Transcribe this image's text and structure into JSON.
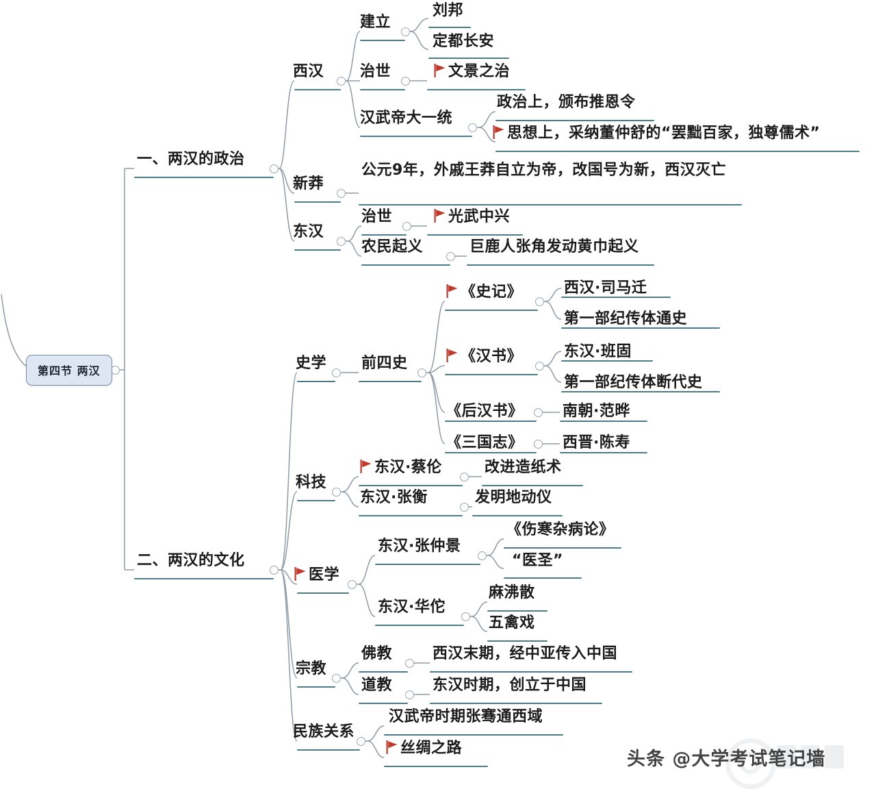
{
  "meta": {
    "title": "第四节 两汉",
    "watermark": "头条 @大学考试笔记墙",
    "accent_line_color": "#4a7b86",
    "flag_color": "#c0392b",
    "root_fill": "#dde6f2",
    "root_border": "#7d8fa5",
    "connector_color": "#8e9aa6",
    "text_color": "#1b1b1b"
  },
  "root": {
    "label": "第四节 两汉"
  },
  "branches": [
    {
      "id": "politics",
      "label": "一、两汉的政治",
      "children": [
        {
          "label": "西汉",
          "children": [
            {
              "label": "建立",
              "children": [
                {
                  "label": "刘邦"
                },
                {
                  "label": "定都长安"
                }
              ]
            },
            {
              "label": "治世",
              "children": [
                {
                  "label": "文景之治",
                  "flag": true
                }
              ]
            },
            {
              "label": "汉武帝大一统",
              "children": [
                {
                  "label": "政治上，颁布推恩令"
                },
                {
                  "label": "思想上，采纳董仲舒的“罢黜百家，独尊儒术”",
                  "flag": true
                }
              ]
            }
          ]
        },
        {
          "label": "新莽",
          "children": [
            {
              "label": "公元9年，外戚王莽自立为帝，改国号为新，西汉灭亡",
              "wrap": true
            }
          ]
        },
        {
          "label": "东汉",
          "children": [
            {
              "label": "治世",
              "children": [
                {
                  "label": "光武中兴",
                  "flag": true
                }
              ]
            },
            {
              "label": "农民起义",
              "children": [
                {
                  "label": "巨鹿人张角发动黄巾起义"
                }
              ]
            }
          ]
        }
      ]
    },
    {
      "id": "culture",
      "label": "二、两汉的文化",
      "children": [
        {
          "label": "史学",
          "children": [
            {
              "label": "前四史",
              "children": [
                {
                  "label": "《史记》",
                  "flag": true,
                  "children": [
                    {
                      "label": "西汉·司马迁"
                    },
                    {
                      "label": "第一部纪传体通史"
                    }
                  ]
                },
                {
                  "label": "《汉书》",
                  "flag": true,
                  "children": [
                    {
                      "label": "东汉·班固"
                    },
                    {
                      "label": "第一部纪传体断代史"
                    }
                  ]
                },
                {
                  "label": "《后汉书》",
                  "children": [
                    {
                      "label": "南朝·范晔"
                    }
                  ]
                },
                {
                  "label": "《三国志》",
                  "children": [
                    {
                      "label": "西晋·陈寿"
                    }
                  ]
                }
              ]
            }
          ]
        },
        {
          "label": "科技",
          "children": [
            {
              "label": "东汉·蔡伦",
              "flag": true,
              "children": [
                {
                  "label": "改进造纸术"
                }
              ]
            },
            {
              "label": "东汉·张衡",
              "children": [
                {
                  "label": "发明地动仪"
                }
              ]
            }
          ]
        },
        {
          "label": "医学",
          "flag": true,
          "children": [
            {
              "label": "东汉·张仲景",
              "children": [
                {
                  "label": "《伤寒杂病论》"
                },
                {
                  "label": "“医圣”"
                }
              ]
            },
            {
              "label": "东汉·华佗",
              "children": [
                {
                  "label": "麻沸散"
                },
                {
                  "label": "五禽戏"
                }
              ]
            }
          ]
        },
        {
          "label": "宗教",
          "children": [
            {
              "label": "佛教",
              "children": [
                {
                  "label": "西汉末期，经中亚传入中国"
                }
              ]
            },
            {
              "label": "道教",
              "children": [
                {
                  "label": "东汉时期，创立于中国"
                }
              ]
            }
          ]
        },
        {
          "label": "民族关系",
          "children": [
            {
              "label": "汉武帝时期张骞通西域"
            },
            {
              "label": "丝绸之路",
              "flag": true
            }
          ]
        }
      ]
    }
  ]
}
